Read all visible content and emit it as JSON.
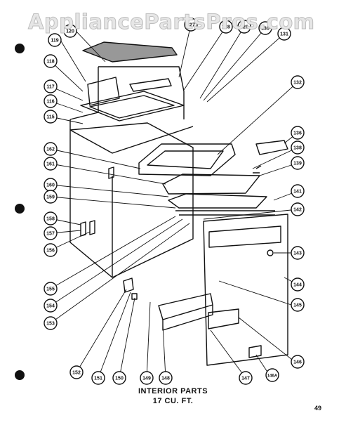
{
  "watermark": "AppliancePartsPros.com",
  "caption_line1": "INTERIOR PARTS",
  "caption_line2": "17 CU. FT.",
  "page_number": "49",
  "callouts": [
    "120",
    "119",
    "118",
    "117",
    "116",
    "115",
    "162",
    "161",
    "160",
    "159",
    "158",
    "157",
    "156",
    "155",
    "154",
    "153",
    "152",
    "151",
    "150",
    "149",
    "148",
    "147",
    "146",
    "146A",
    "145",
    "144",
    "143",
    "142",
    "141",
    "139",
    "138",
    "136",
    "132",
    "131",
    "130",
    "129",
    "128",
    "127"
  ]
}
